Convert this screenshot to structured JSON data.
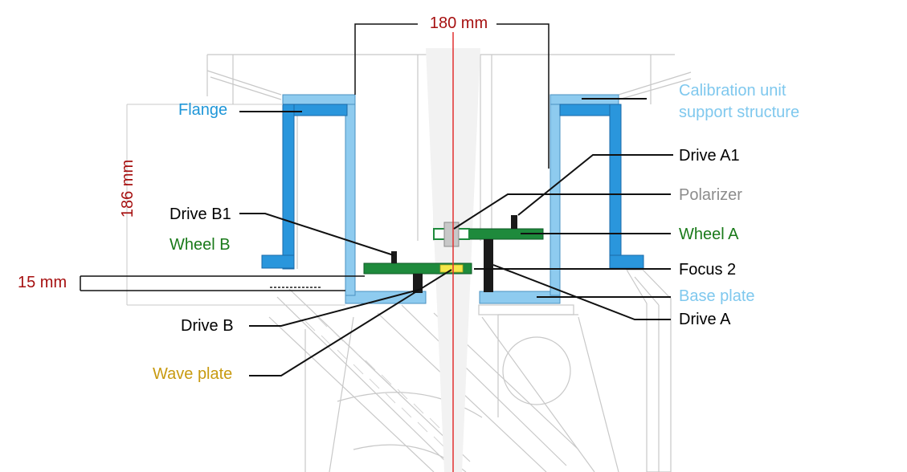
{
  "dimensions": {
    "width_label": "180 mm",
    "height_label": "186 mm",
    "gap_label": "15 mm"
  },
  "labels": {
    "flange": "Flange",
    "calibration_line1": "Calibration unit",
    "calibration_line2": "support structure",
    "drive_a1": "Drive A1",
    "polarizer": "Polarizer",
    "wheel_a": "Wheel A",
    "focus_2": "Focus 2",
    "base_plate": "Base plate",
    "drive_a": "Drive A",
    "drive_b1": "Drive B1",
    "wheel_b": "Wheel B",
    "drive_b": "Drive B",
    "wave_plate": "Wave plate"
  },
  "colors": {
    "structure_blue": "#8ecbef",
    "flange_blue": "#2a96dc",
    "wheel_green": "#1e8a3c",
    "dimension_red": "#a61010",
    "optical_axis_red": "#e23030",
    "label_green": "#1a7a1a",
    "label_gold": "#c89a10",
    "label_lightblue": "#7fc8ee",
    "label_gray": "#8c8c8c",
    "label_black": "#000000",
    "wave_plate_yellow": "#f5e84a"
  }
}
